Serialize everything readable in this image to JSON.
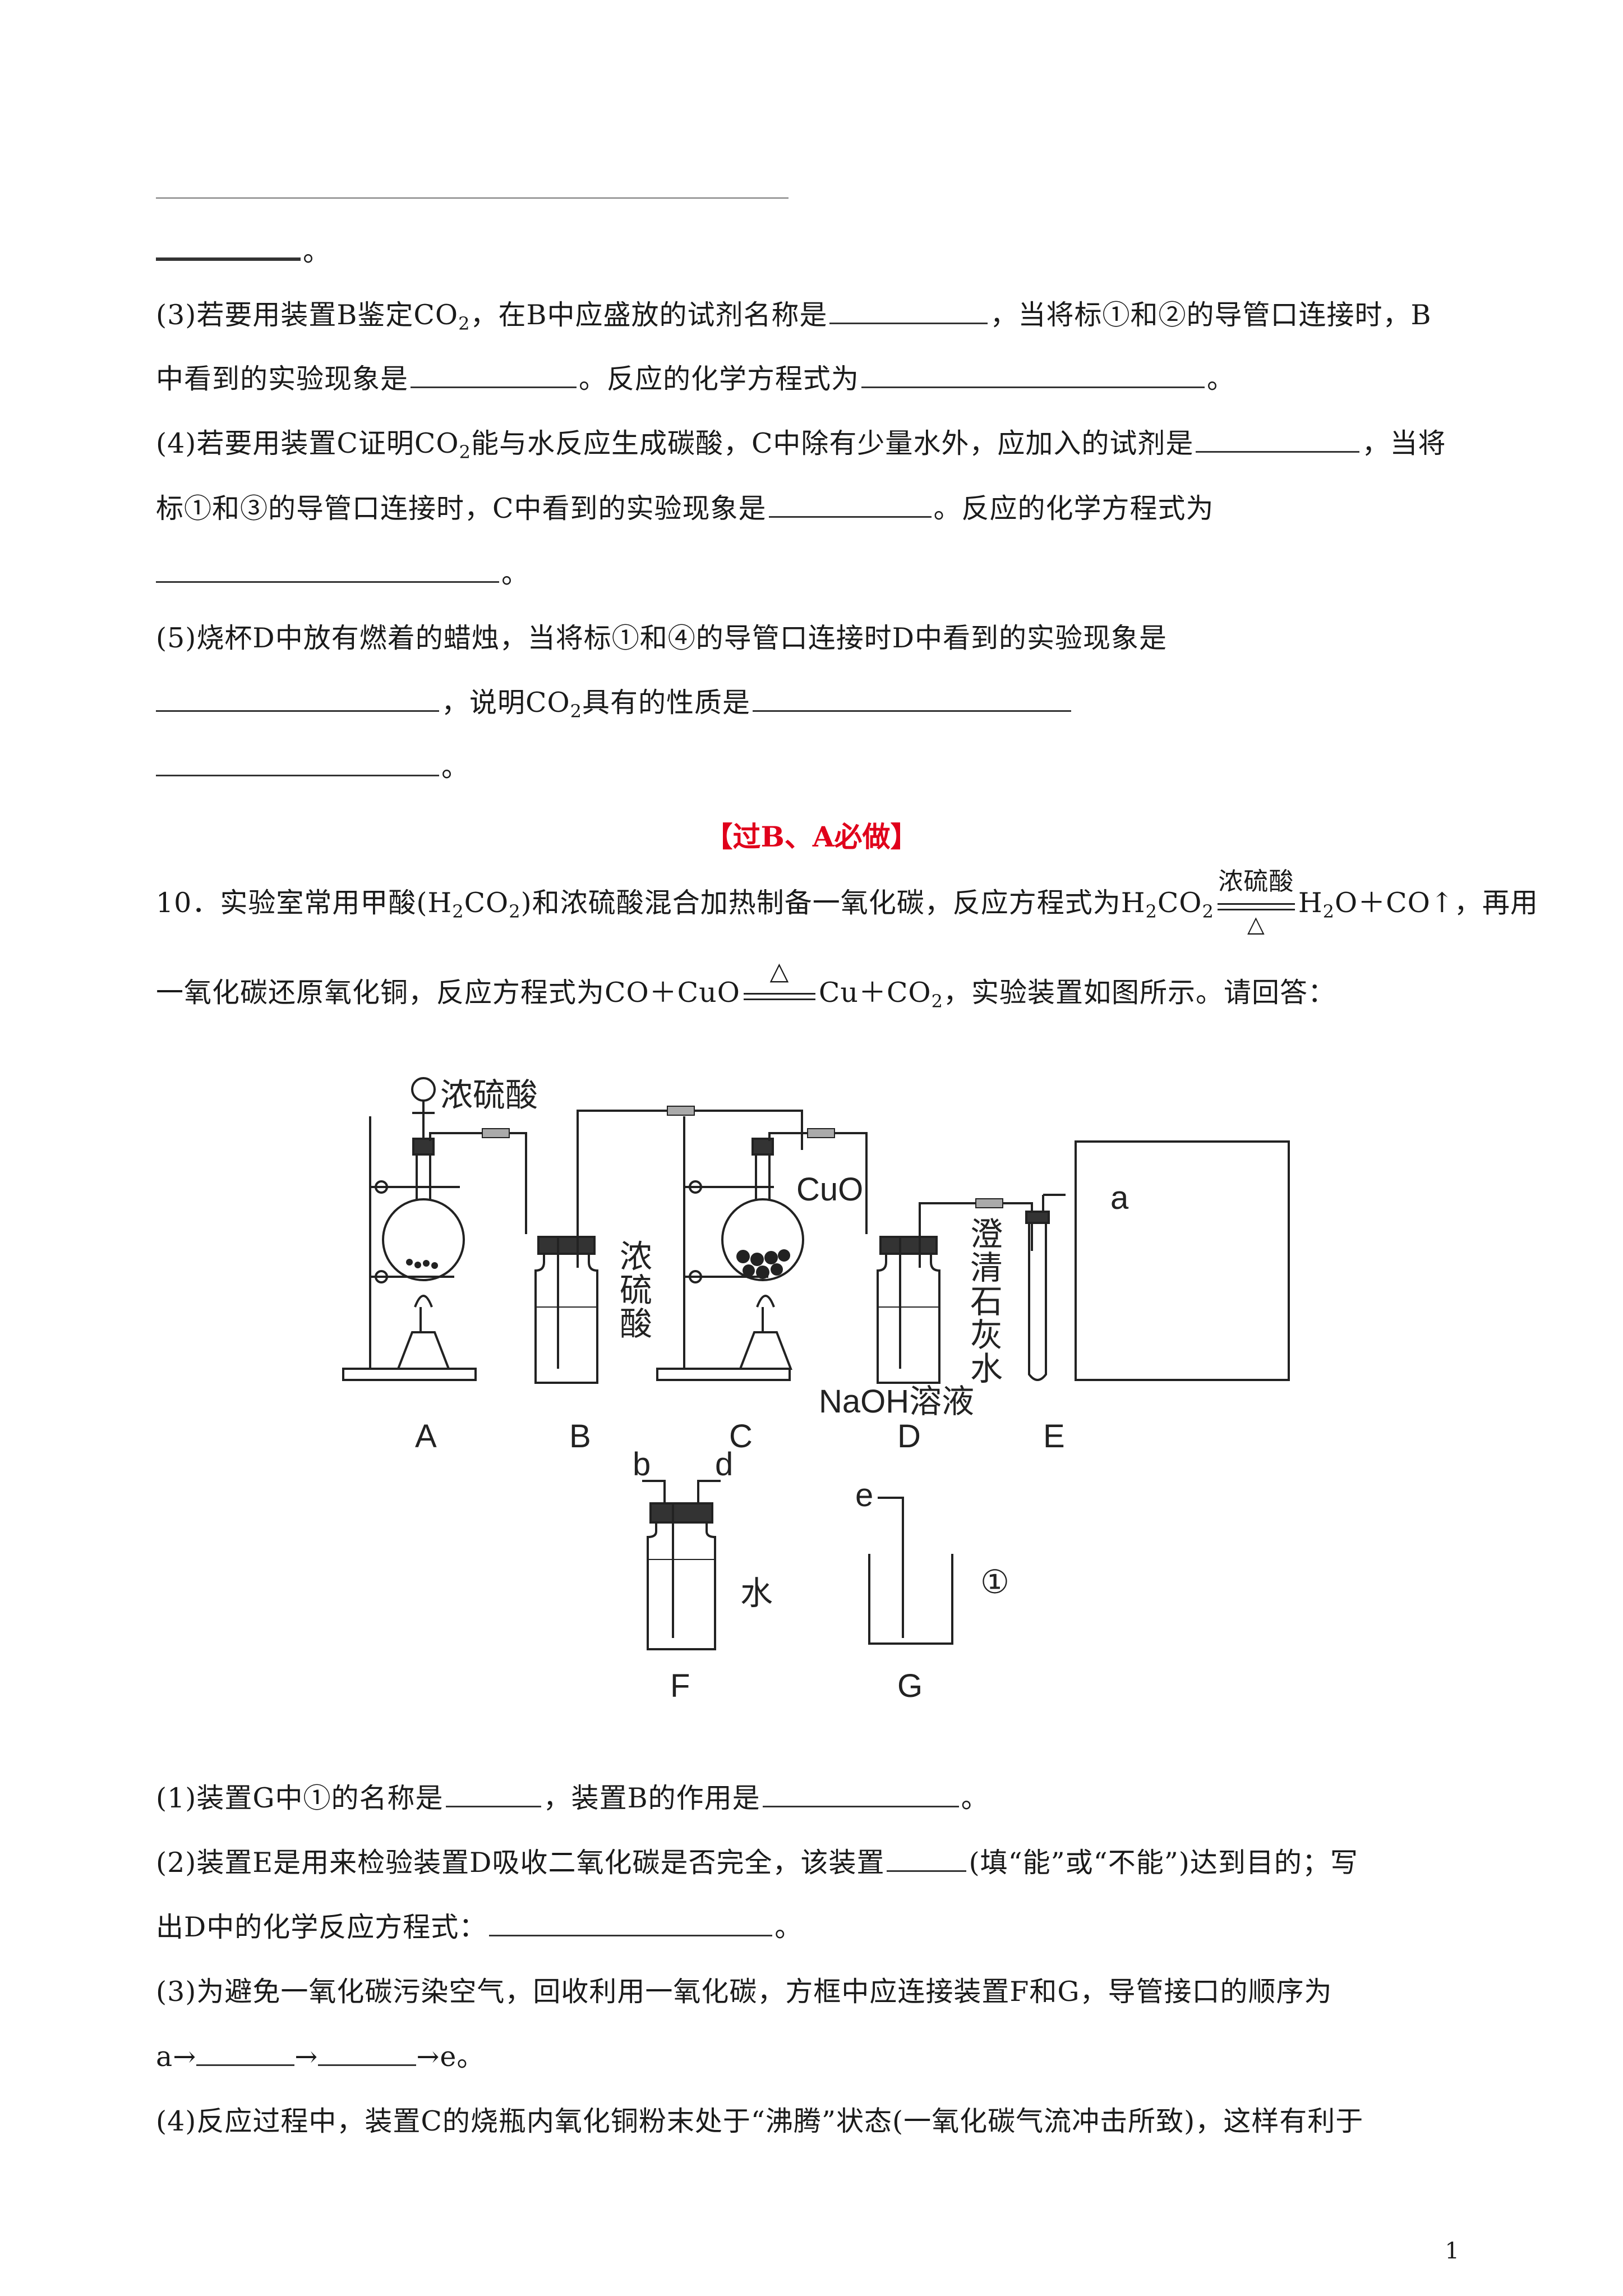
{
  "q3": {
    "a": "(3)若要用装置B鉴定CO",
    "b": "，在B中应盛放的试剂名称是",
    "c": "，当将标①和②的导管口连接时，B",
    "d": "中看到的实验现象是",
    "e": "。反应的化学方程式为",
    "f": "。"
  },
  "q4": {
    "a": "(4)若要用装置C证明CO",
    "b": "能与水反应生成碳酸，C中除有少量水外，应加入的试剂是",
    "c": "，当将",
    "d": "标①和③的导管口连接时，C中看到的实验现象是",
    "e": "。反应的化学方程式为",
    "f": "。"
  },
  "q5": {
    "a": "(5)烧杯D中放有燃着的蜡烛，当将标①和④的导管口连接时D中看到的实验现象是",
    "b": "，说明CO",
    "c": "具有的性质是",
    "d": "。"
  },
  "period": "。",
  "sub2": "2",
  "section_title": "【过B、A必做】",
  "q10": {
    "l1a": "10．实验室常用甲酸(H",
    "l1b": "CO",
    "l1c": ")和浓硫酸混合加热制备一氧化碳，反应方程式为H",
    "l1d": "CO",
    "cond_top": "浓硫酸",
    "cond_bottom": "△",
    "l1e": "H",
    "l1f": "O＋CO↑，再用",
    "l2a": "一氧化碳还原氧化铜，反应方程式为CO＋CuO",
    "cond2_top": "△",
    "l2b": "Cu＋CO",
    "l2c": "，实验装置如图所示。请回答："
  },
  "figure": {
    "label_acid_top": "浓硫酸",
    "label_acid_B": [
      "浓",
      "硫",
      "酸"
    ],
    "label_cuo": "CuO",
    "label_limewater": [
      "澄",
      "清",
      "石",
      "灰",
      "水"
    ],
    "label_naoh": "NaOH溶液",
    "label_a": "a",
    "label_water": "水",
    "label_b": "b",
    "label_d": "d",
    "label_e": "e",
    "label_circle1": "①",
    "app_labels": [
      "A",
      "B",
      "C",
      "D",
      "E"
    ],
    "app_labels2": [
      "F",
      "G"
    ]
  },
  "sub_q": {
    "p1a": "(1)装置G中①的名称是",
    "p1b": "，装置B的作用是",
    "p1c": "。",
    "p2a": "(2)装置E是用来检验装置D吸收二氧化碳是否完全，该装置",
    "p2b": "(填“能”或“不能”)达到目的；写",
    "p2c": "出D中的化学反应方程式：",
    "p2d": "。",
    "p3a": "(3)为避免一氧化碳污染空气，回收利用一氧化碳，方框中应连接装置F和G，导管接口的顺序为",
    "p3b": "a→",
    "p3c": "→",
    "p3d": "→e。",
    "p4": "(4)反应过程中，装置C的烧瓶内氧化铜粉末处于“沸腾”状态(一氧化碳气流冲击所致)，这样有利于"
  },
  "page_number": "1"
}
